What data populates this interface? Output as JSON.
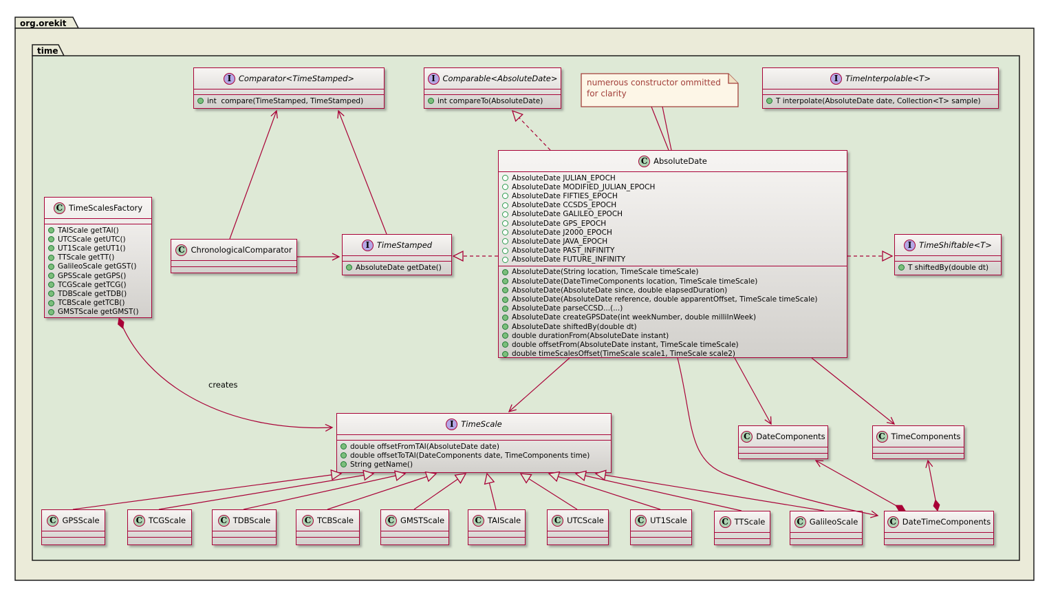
{
  "badges": {
    "interface": "I",
    "class": "C"
  },
  "packages": {
    "outer": "org.orekit",
    "inner": "time"
  },
  "note": {
    "text": "numerous constructor ommitted\nfor clarity"
  },
  "labels": {
    "creates": "creates"
  },
  "colors": {
    "line": "#A80036",
    "package_outer_fill": "#EBEBD9",
    "package_inner_fill": "#DEE9D6",
    "interface_icon": "#B4A7E5",
    "class_icon": "#ADD1B2",
    "note_text": "#A23F3A"
  },
  "classes": {
    "comparator": {
      "stereotype": "interface",
      "name": "Comparator<TimeStamped>",
      "methods": [
        "int  compare(TimeStamped, TimeStamped)"
      ]
    },
    "comparable": {
      "stereotype": "interface",
      "name": "Comparable<AbsoluteDate>",
      "methods": [
        "int compareTo(AbsoluteDate)"
      ]
    },
    "timeinterpolable": {
      "stereotype": "interface",
      "name": "TimeInterpolable<T>",
      "methods": [
        "T interpolate(AbsoluteDate date, Collection<T> sample)"
      ]
    },
    "timescalesfactory": {
      "stereotype": "class",
      "name": "TimeScalesFactory",
      "methods": [
        "TAIScale getTAI()",
        "UTCScale getUTC()",
        "UT1Scale getUT1()",
        "TTScale getTT()",
        "GalileoScale getGST()",
        "GPSScale getGPS()",
        "TCGScale getTCG()",
        "TDBScale getTDB()",
        "TCBScale getTCB()",
        "GMSTScale getGMST()"
      ]
    },
    "chronologicalcomparator": {
      "stereotype": "class",
      "name": "ChronologicalComparator",
      "methods": []
    },
    "timestamped": {
      "stereotype": "interface",
      "name": "TimeStamped",
      "methods": [
        "AbsoluteDate getDate()"
      ]
    },
    "absolutedate": {
      "stereotype": "class",
      "name": "AbsoluteDate",
      "fields": [
        "AbsoluteDate JULIAN_EPOCH",
        "AbsoluteDate MODIFIED_JULIAN_EPOCH",
        "AbsoluteDate FIFTIES_EPOCH",
        "AbsoluteDate CCSDS_EPOCH",
        "AbsoluteDate GALILEO_EPOCH",
        "AbsoluteDate GPS_EPOCH",
        "AbsoluteDate J2000_EPOCH",
        "AbsoluteDate JAVA_EPOCH",
        "AbsoluteDate PAST_INFINITY",
        "AbsoluteDate FUTURE_INFINITY"
      ],
      "methods": [
        "AbsoluteDate(String location, TimeScale timeScale)",
        "AbsoluteDate(DateTimeComponents location, TimeScale timeScale)",
        "AbsoluteDate(AbsoluteDate since, double elapsedDuration)",
        "AbsoluteDate(AbsoluteDate reference, double apparentOffset, TimeScale timeScale)",
        "AbsoluteDate parseCCSD...(...)",
        "AbsoluteDate createGPSDate(int weekNumber, double milliInWeek)",
        "AbsoluteDate shiftedBy(double dt)",
        "double durationFrom(AbsoluteDate instant)",
        "double offsetFrom(AbsoluteDate instant, TimeScale timeScale)",
        "double timeScalesOffset(TimeScale scale1, TimeScale scale2)"
      ]
    },
    "timeshiftable": {
      "stereotype": "interface",
      "name": "TimeShiftable<T>",
      "methods": [
        "T shiftedBy(double dt)"
      ]
    },
    "timescale": {
      "stereotype": "interface",
      "name": "TimeScale",
      "methods": [
        "double offsetFromTAI(AbsoluteDate date)",
        "double offsetToTAI(DateComponents date, TimeComponents time)",
        "String getName()"
      ]
    },
    "datecomponents": {
      "stereotype": "class",
      "name": "DateComponents",
      "methods": []
    },
    "timecomponents": {
      "stereotype": "class",
      "name": "TimeComponents",
      "methods": []
    },
    "datetimecomponents": {
      "stereotype": "class",
      "name": "DateTimeComponents",
      "methods": []
    },
    "scales": [
      "GPSScale",
      "TCGScale",
      "TDBScale",
      "TCBScale",
      "GMSTScale",
      "TAIScale",
      "UTCScale",
      "UT1Scale",
      "TTScale",
      "GalileoScale"
    ]
  }
}
